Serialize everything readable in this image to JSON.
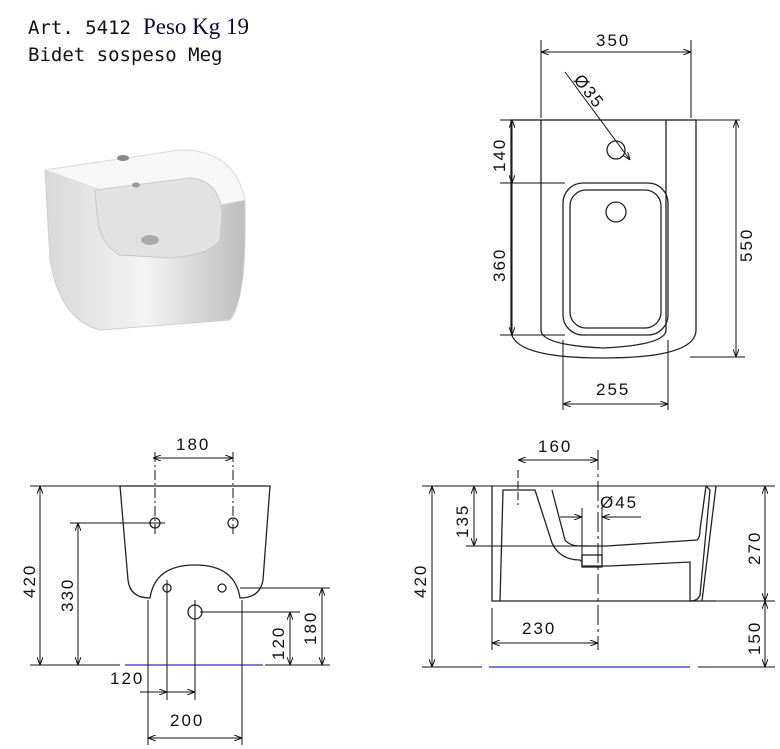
{
  "header": {
    "article": "Art. 5412",
    "weight": "Peso Kg 19",
    "product_name": "Bidet sospeso Meg"
  },
  "top_view": {
    "width": "350",
    "hole_diameter": "Ø35",
    "rim_depth": "140",
    "bowl_length": "360",
    "total_length": "550",
    "bowl_width": "255"
  },
  "front_view": {
    "fixing_spacing": "180",
    "total_height": "420",
    "fixing_height": "330",
    "drain_height": "120",
    "supply_height": "180",
    "offset": "120",
    "bolt_spacing": "200"
  },
  "side_view": {
    "tap_to_drain": "160",
    "drain_diameter": "Ø45",
    "drain_depth": "135",
    "total_height": "420",
    "body_height": "270",
    "floor_clearance": "150",
    "wall_to_drain": "230"
  },
  "colors": {
    "floor_line": "#2a2aff",
    "ink": "#111111"
  }
}
